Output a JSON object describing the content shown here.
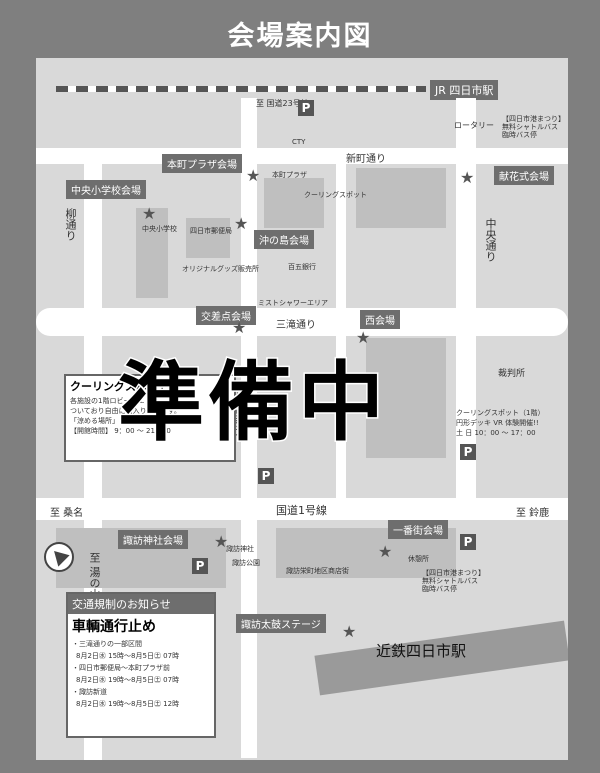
{
  "title": "会場案内図",
  "stamp": "準備中",
  "stations": {
    "jr": "JR 四日市駅",
    "kintetsu": "近鉄四日市駅"
  },
  "roads": {
    "kokudo23": "至 国道23号線",
    "sanbichou": "新町通り",
    "yanagi": "柳通り",
    "chuo": "中央通り",
    "sanrotaki": "三滝通り",
    "suwa_shinmichi": "諏訪新道",
    "kokudo1": "国道1号線",
    "to_kuwana": "至 桑名",
    "to_suzuka": "至 鈴鹿",
    "to_yunoyama": "至 湯の山",
    "rotary": "ロータリー"
  },
  "venues": [
    "中央小学校会場",
    "本町プラザ会場",
    "沖の島会場",
    "交差点会場",
    "西会場",
    "献花式会場",
    "諏訪神社会場",
    "一番街会場",
    "諏訪太鼓ステージ"
  ],
  "places": {
    "cty": "CTY",
    "cooling_spot": "クーリングスポット",
    "post_office": "四日市郵便局",
    "original_goods": "オリジナルグッズ販売所",
    "hyakugo": "百五銀行",
    "mist": "ミストシャワーエリア",
    "court": "裁判所",
    "suwa_jinja": "諏訪神社",
    "suwa_park": "諏訪公園",
    "suwa_street": "諏訪栄町地区商店街",
    "kyukeisho": "休憩所",
    "honmachi_plaza": "本町プラザ",
    "chuo_school": "中央小学校"
  },
  "shuttle_top": [
    "【四日市港まつり】",
    "無料シャトルバス",
    "臨時バス停"
  ],
  "shuttle_bottom": [
    "【四日市港まつり】",
    "無料シャトルバス",
    "臨時バス停"
  ],
  "vr_note": [
    "クーリングスポット（1階）",
    "円形デッキ VR 体験開催!!",
    "土 日 10：00 ～ 17：00"
  ],
  "cooling_box": {
    "title": "クーリングスポット",
    "lines": [
      "各施設の1階ロビーはエ",
      "ついており自由に出入りできます。",
      "「涼める場所」としてご利用ください。",
      "【開館時間】 9：00 ～ 21：00"
    ]
  },
  "notice_box": {
    "title": "交通規制のお知らせ",
    "subtitle": "車輌通行止め",
    "items": [
      "・三滝通りの一部区間",
      "8月2日㊌ 15時～8月5日㊏ 07時",
      "・四日市郵便局～本町プラザ前",
      "8月2日㊌ 19時～8月5日㊏ 07時",
      "・諏訪新道",
      "8月2日㊌ 19時～8月5日㊏ 12時"
    ]
  },
  "parking_label": "P",
  "colors": {
    "background": "#7f7f7f",
    "map": "#d9d9d9",
    "venue_tag": "#6e6e6e",
    "stamp": "#000000"
  }
}
